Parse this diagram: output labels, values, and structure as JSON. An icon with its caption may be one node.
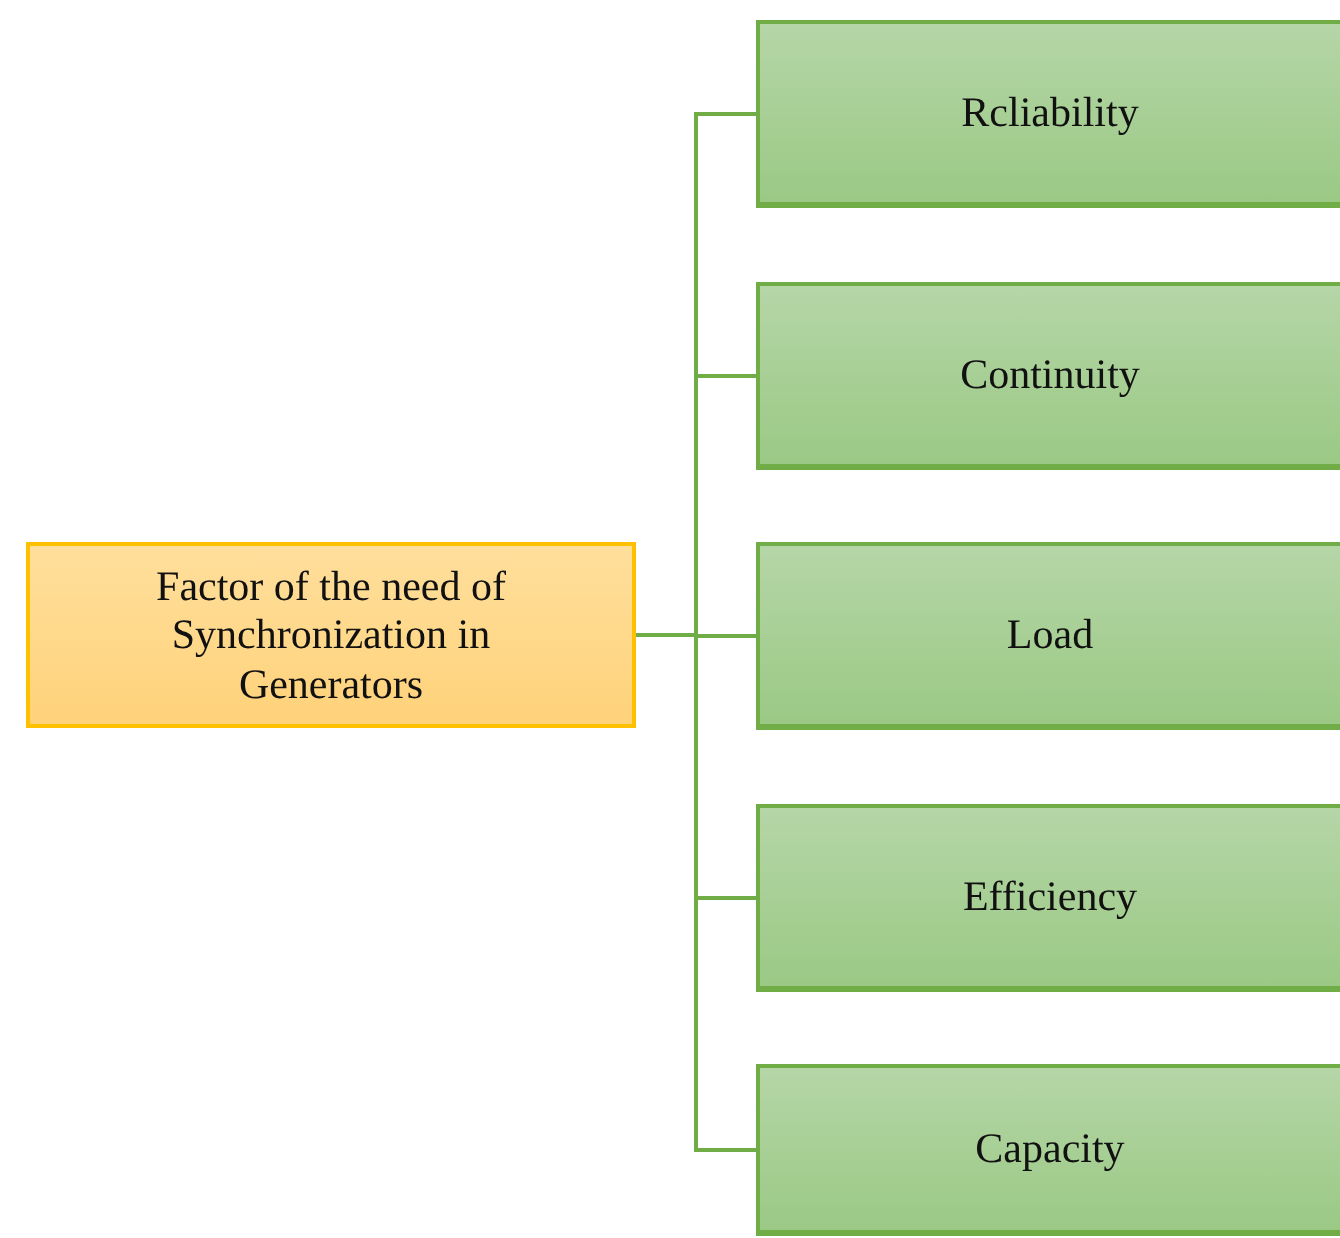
{
  "diagram": {
    "nodes": [
      {
        "text": [
          "Factor of the need of Synchronization in Generators"
        ]
      },
      {
        "text": [
          "Rcliability"
        ]
      },
      {
        "text": [
          "Continuity"
        ]
      },
      {
        "text": [
          "Load"
        ]
      },
      {
        "text": [
          "Efficiency"
        ]
      },
      {
        "text": [
          "Capacity"
        ]
      }
    ],
    "edges": [
      {
        "from": 0,
        "to": 1,
        "arrow": "none"
      },
      {
        "from": 0,
        "to": 2,
        "arrow": "none"
      },
      {
        "from": 0,
        "to": 3,
        "arrow": "none"
      },
      {
        "from": 0,
        "to": 4,
        "arrow": "none"
      },
      {
        "from": 0,
        "to": 5,
        "arrow": "none"
      }
    ]
  }
}
